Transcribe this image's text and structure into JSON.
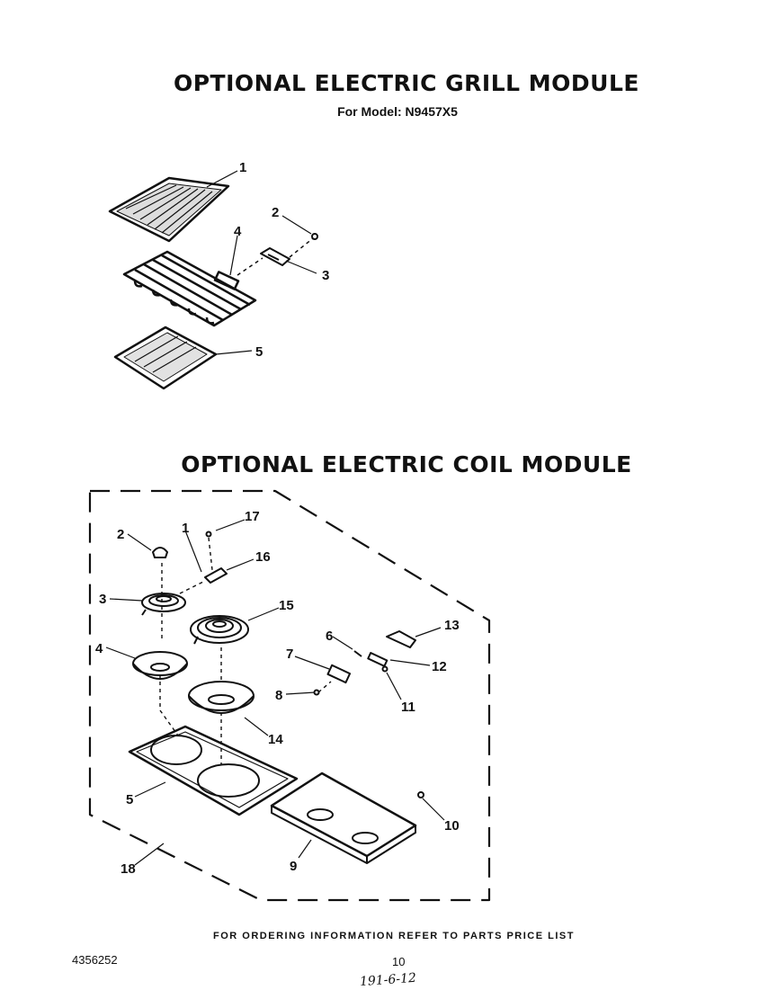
{
  "grill_module": {
    "title": "OPTIONAL ELECTRIC GRILL MODULE",
    "model_line": "For Model: N9457X5",
    "callouts": [
      "1",
      "2",
      "3",
      "4",
      "5"
    ]
  },
  "coil_module": {
    "title": "OPTIONAL ELECTRIC COIL MODULE",
    "callouts": [
      "1",
      "2",
      "3",
      "4",
      "5",
      "6",
      "7",
      "8",
      "9",
      "10",
      "11",
      "12",
      "13",
      "14",
      "15",
      "16",
      "17",
      "18"
    ]
  },
  "footer": {
    "ordering_note": "FOR ORDERING INFORMATION REFER TO PARTS PRICE LIST",
    "doc_number": "4356252",
    "page_number": "10",
    "handwritten_note": "191-6-12"
  }
}
